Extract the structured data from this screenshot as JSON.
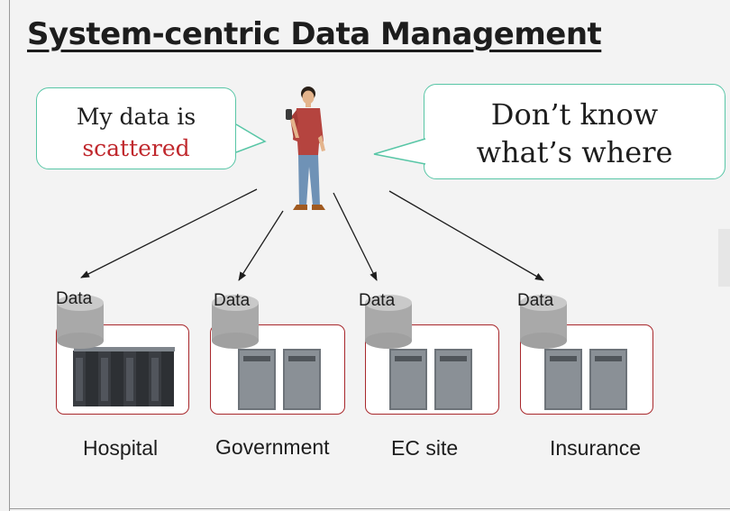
{
  "slide": {
    "title": "System-centric Data Management",
    "bubble_left": {
      "line1": "My data is",
      "line2": "scattered"
    },
    "bubble_right": {
      "line1": "Don’t know",
      "line2": "what’s where"
    },
    "nodes": [
      {
        "db_label": "Data",
        "site": "Hospital",
        "server": "rack-icon"
      },
      {
        "db_label": "Data",
        "site": "Government",
        "server": "tower-servers-icon"
      },
      {
        "db_label": "Data",
        "site": "EC site",
        "server": "tower-servers-icon"
      },
      {
        "db_label": "Data",
        "site": "Insurance",
        "server": "tower-servers-icon"
      }
    ],
    "colors": {
      "bubble_border": "#58c6a6",
      "accent_text": "#c0282d",
      "box_border": "#a8282c",
      "background": "#f3f3f3"
    }
  }
}
